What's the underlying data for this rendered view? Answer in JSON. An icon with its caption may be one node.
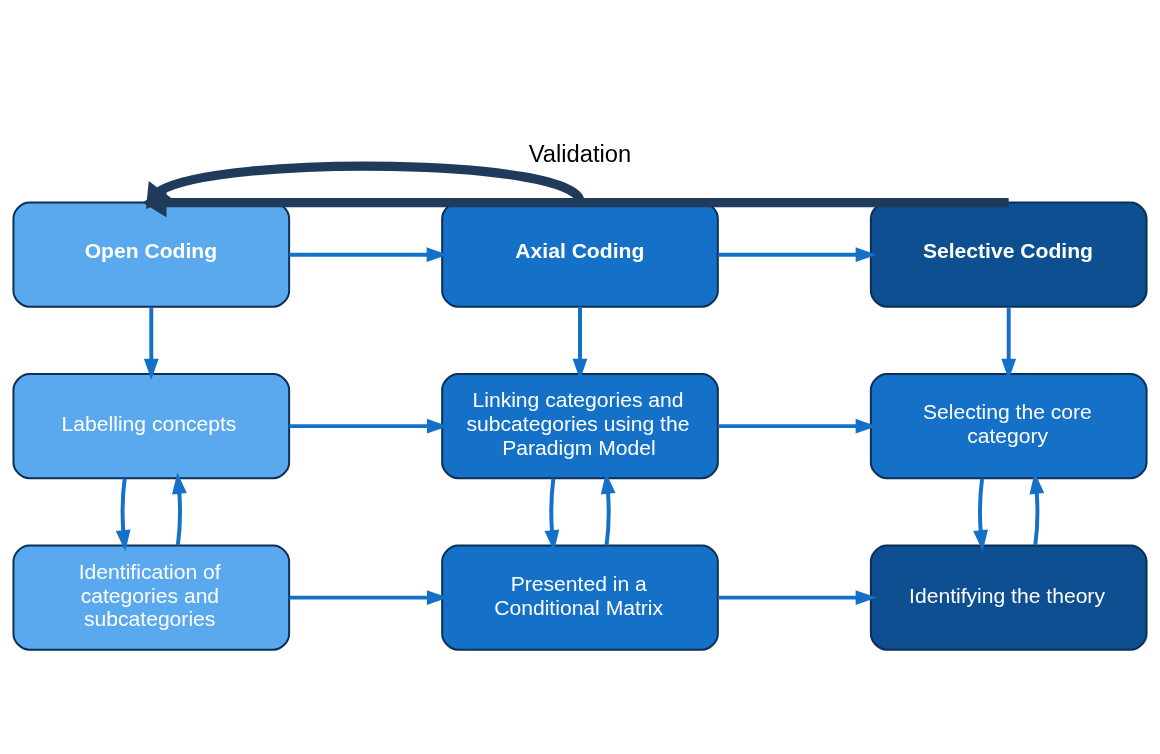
{
  "diagram": {
    "nodes": [
      {
        "text": [
          "Open Coding"
        ]
      },
      {
        "text": [
          "Axial Coding"
        ]
      },
      {
        "text": [
          "Selective Coding"
        ]
      },
      {
        "text": [
          "Labelling concepts"
        ]
      },
      {
        "text": [
          "Linking categories and subcategories using the Paradigm Model"
        ]
      },
      {
        "text": [
          "Selecting the core category"
        ]
      },
      {
        "text": [
          "Identification of categories and subcategories"
        ]
      },
      {
        "text": [
          "Presented in a Conditional Matrix"
        ]
      },
      {
        "text": [
          "Identifying the theory"
        ]
      }
    ],
    "edges": [
      {
        "from": 0,
        "to": 1,
        "arrow": "to"
      },
      {
        "from": 1,
        "to": 2,
        "arrow": "to"
      },
      {
        "from": 0,
        "to": 3,
        "arrow": "to"
      },
      {
        "from": 1,
        "to": 4,
        "arrow": "to"
      },
      {
        "from": 2,
        "to": 5,
        "arrow": "to"
      },
      {
        "from": 3,
        "to": 4,
        "arrow": "to"
      },
      {
        "from": 4,
        "to": 5,
        "arrow": "to"
      },
      {
        "from": 3,
        "to": 6,
        "arrow": "to"
      },
      {
        "from": 6,
        "to": 3,
        "arrow": "to"
      },
      {
        "from": 4,
        "to": 7,
        "arrow": "to"
      },
      {
        "from": 7,
        "to": 4,
        "arrow": "to"
      },
      {
        "from": 5,
        "to": 8,
        "arrow": "to"
      },
      {
        "from": 8,
        "to": 5,
        "arrow": "to"
      },
      {
        "from": 6,
        "to": 7,
        "arrow": "to"
      },
      {
        "from": 7,
        "to": 8,
        "arrow": "to"
      },
      {
        "from": 1,
        "to": 0,
        "arrow": "to",
        "style": "thick",
        "color": "#1f3a5a"
      },
      {
        "from": 2,
        "to": 0,
        "arrow": "to",
        "style": "thick",
        "color": "#1f3a5a",
        "label": "Validation"
      }
    ]
  }
}
